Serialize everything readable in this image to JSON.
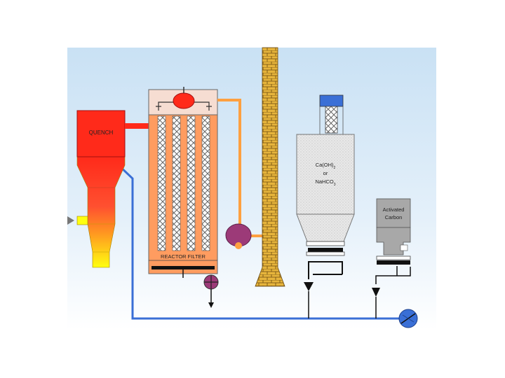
{
  "labels": {
    "quench": "QUENCH",
    "reactor_filter": "REACTOR FILTER",
    "silo_line1": "Ca(OH)",
    "silo_sub": "2",
    "silo_line2": "or",
    "silo_line3": "NaHCO",
    "silo_sub3": "3",
    "carbon_line1": "Activated",
    "carbon_line2": "Carbon"
  },
  "colors": {
    "background_top": "#c9e1f4",
    "background_bottom": "#ffffff",
    "quench_red": "#ff2a1a",
    "filter_orange": "#ff9c60",
    "filter_header": "#f6ddd2",
    "pipe_orange": "#ffa040",
    "pipe_blue": "#3a6fd6",
    "stack_brick": "#e6b43c",
    "fan_purple": "#9c3a78",
    "silo_gray": "#e6e6e6",
    "carbon_gray": "#a8a8a8",
    "blue_filter_cap": "#3a6fd6"
  },
  "icons": [
    "fan-icon",
    "valve-icon",
    "pump-icon",
    "arrow-down-icon",
    "arrow-right-icon"
  ]
}
